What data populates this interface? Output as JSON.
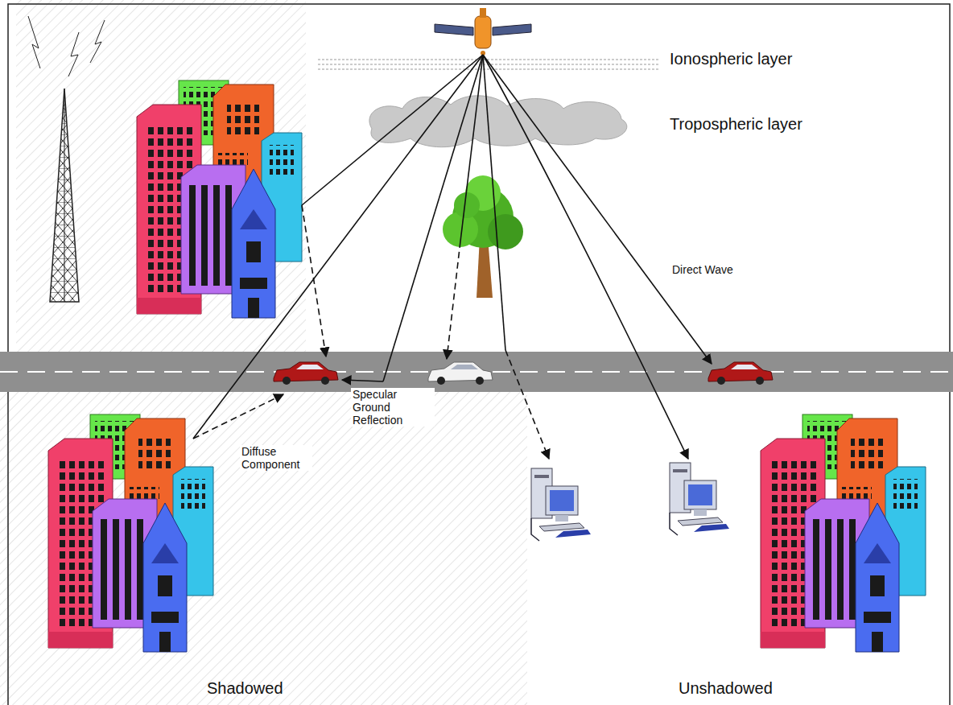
{
  "diagram": {
    "labels": [
      "Ionospheric layer",
      "Tropospheric layer",
      "Direct Wave",
      "Specular Ground Reflection",
      "Diffuse Component",
      "Shadowed",
      "Unshadowed"
    ]
  }
}
